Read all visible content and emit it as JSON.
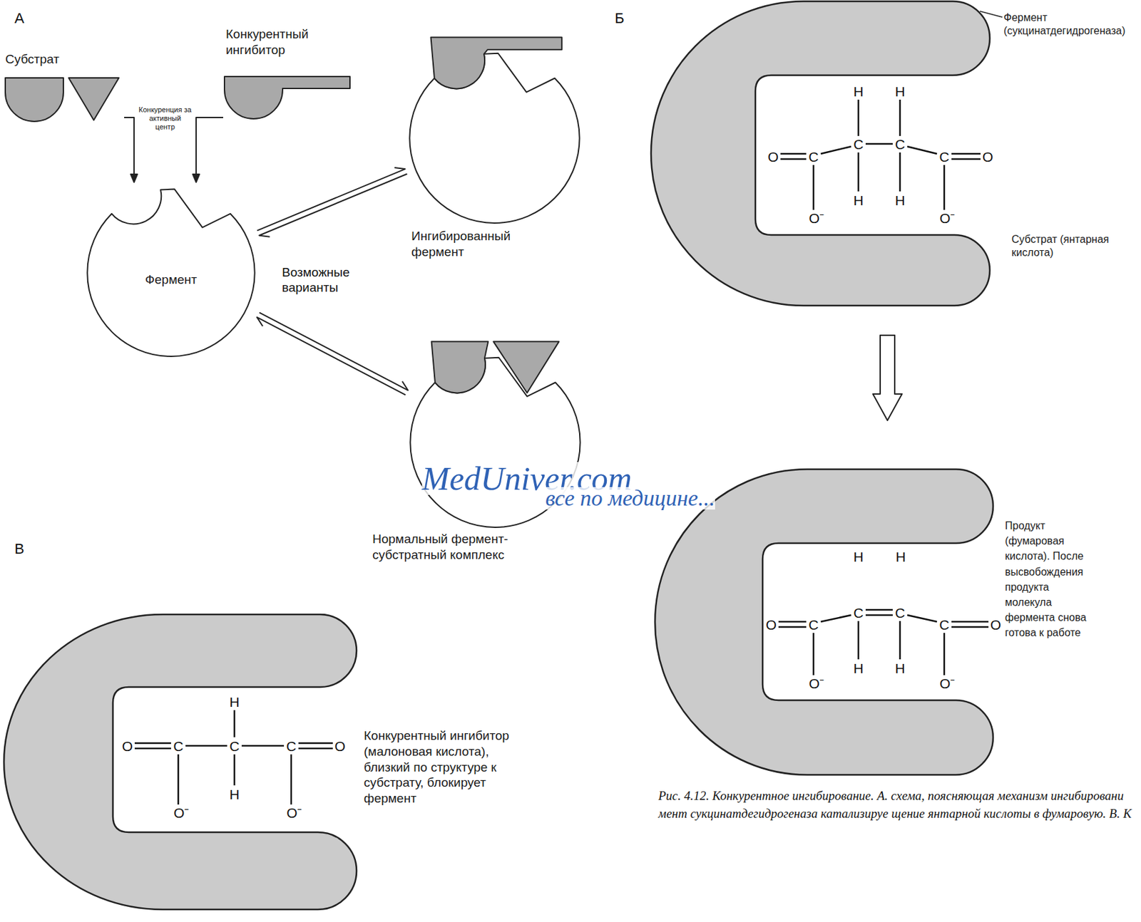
{
  "diagram": {
    "caption": "Рис. 4.12. Конкурентное ингибирование. А. схема, поясняющая механизм ингибировани мент сукцинатдегидрогеназа катализируе щение янтарной кислоты в фумаровую. В. К",
    "nodes": [
      {
        "text": [
          "Субстрат"
        ]
      },
      {
        "text": [
          "Конкурентный ингибитор"
        ]
      },
      {
        "text": [
          "Фермент"
        ]
      },
      {
        "text": [
          "Ингибированный фермент"
        ]
      },
      {
        "text": [
          "Нормальный фермент-субстратный комплекс"
        ]
      },
      {
        "text": [
          "Фермент (сукцинатдегидрогеназа)",
          "Субстрат (янтарная кислота)"
        ]
      },
      {
        "text": [
          "Продукт (фумаровая кислота). После высвобождения продукта молекула фермента снова готова к работе"
        ]
      },
      {
        "text": [
          "Конкурентный ингибитор (малоновая кислота), близкий по структуре к субстрату, блокирует фермент"
        ]
      }
    ],
    "edges": [
      {
        "from": 0,
        "to": 2,
        "arrow": "to"
      },
      {
        "from": 1,
        "to": 2,
        "arrow": "to"
      },
      {
        "from": 2,
        "to": 3,
        "arrow": "both"
      },
      {
        "from": 2,
        "to": 4,
        "arrow": "both"
      },
      {
        "from": 5,
        "to": 6,
        "arrow": "to"
      }
    ],
    "labels": [
      "А",
      "Б",
      "В",
      "Конкуренция за активный центр",
      "Возможные варианты",
      "MedUniver.com",
      "все по медицине...",
      "H",
      "H",
      "O",
      "C",
      "C",
      "C",
      "C",
      "O",
      "H",
      "H",
      "O⁻",
      "O⁻",
      "H",
      "H",
      "O",
      "C",
      "C",
      "C",
      "C",
      "O",
      "H",
      "H",
      "O⁻",
      "O⁻",
      "H",
      "O",
      "C",
      "C",
      "C",
      "O",
      "H",
      "O⁻",
      "O⁻"
    ]
  }
}
